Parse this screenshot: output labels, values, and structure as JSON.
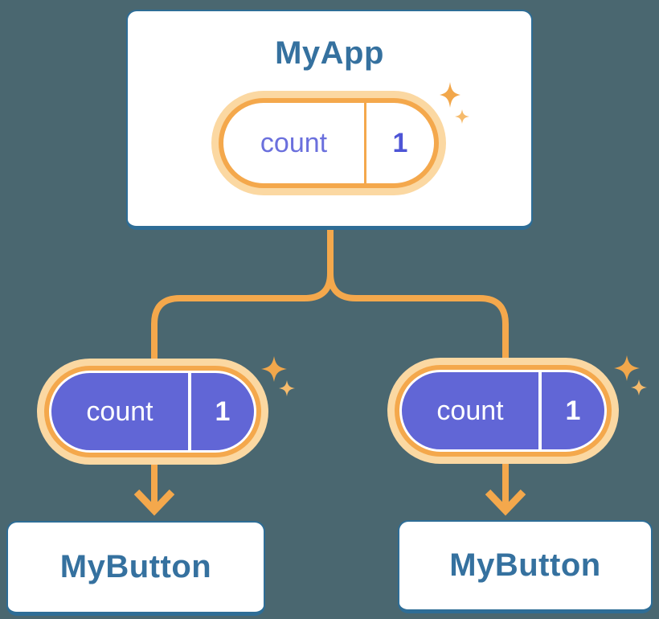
{
  "diagram": {
    "description": "React component tree diagram: parent component shares state with two child components",
    "background_color": "#4A6770",
    "colors": {
      "card_border": "#2E6D96",
      "card_fill": "#FFFFFF",
      "title_text": "#35719F",
      "connector_orange": "#F4A84C",
      "pill_halo_orange": "#FBD8A2",
      "pill_purple_fill": "#6166D6",
      "state_name_text": "#6B70DD",
      "state_value_text": "#4E55D6",
      "sparkle_large": "#F2A74B",
      "sparkle_small": "#F6BB6C"
    },
    "icons": {
      "sparkle": "sparkle-icon",
      "arrow": "arrow-down-icon"
    }
  },
  "tree": {
    "root": {
      "title": "MyApp",
      "state": {
        "name": "count",
        "value": "1"
      }
    },
    "children": [
      {
        "title": "MyButton",
        "state": {
          "name": "count",
          "value": "1"
        }
      },
      {
        "title": "MyButton",
        "state": {
          "name": "count",
          "value": "1"
        }
      }
    ]
  }
}
